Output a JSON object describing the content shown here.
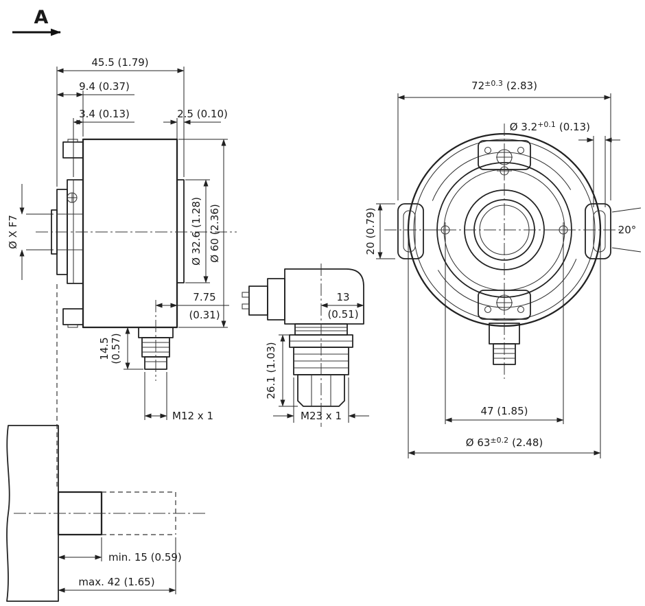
{
  "drawing": {
    "view_arrow_label": "A",
    "side_view": {
      "total_depth": "45.5 (1.79)",
      "flange_depth": "9.4 (0.37)",
      "clamp_width": "3.4 (0.13)",
      "hub_depth": "2.5 (0.10)",
      "shaft_dia": "Ø X F7",
      "hub_dia": "Ø 32.6 (1.28)",
      "body_dia": "Ø 60 (2.36)",
      "conn_offset_mm": "7.75",
      "conn_offset_in": "(0.31)",
      "conn_len_mm": "14.5",
      "conn_len_in": "(0.57)",
      "conn_thread": "M12 x 1"
    },
    "m23_view": {
      "offset_mm": "13",
      "offset_in": "(0.51)",
      "length": "26.1 (1.03)",
      "thread": "M23 x 1"
    },
    "front_view": {
      "width_mm": "72",
      "width_tol": "±0.3",
      "width_in": "(2.83)",
      "hole_dia_mm": "Ø 3.2",
      "hole_dia_tol": "+0.1",
      "hole_dia_in": "(0.13)",
      "slot_len": "20 (0.79)",
      "slot_angle": "20°",
      "hole_spacing": "47 (1.85)",
      "outer_dia_mm": "Ø 63",
      "outer_dia_tol": "±0.2",
      "outer_dia_in": "(2.48)"
    },
    "shaft_view": {
      "insert_min": "min. 15 (0.59)",
      "insert_max": "max. 42 (1.65)"
    }
  }
}
